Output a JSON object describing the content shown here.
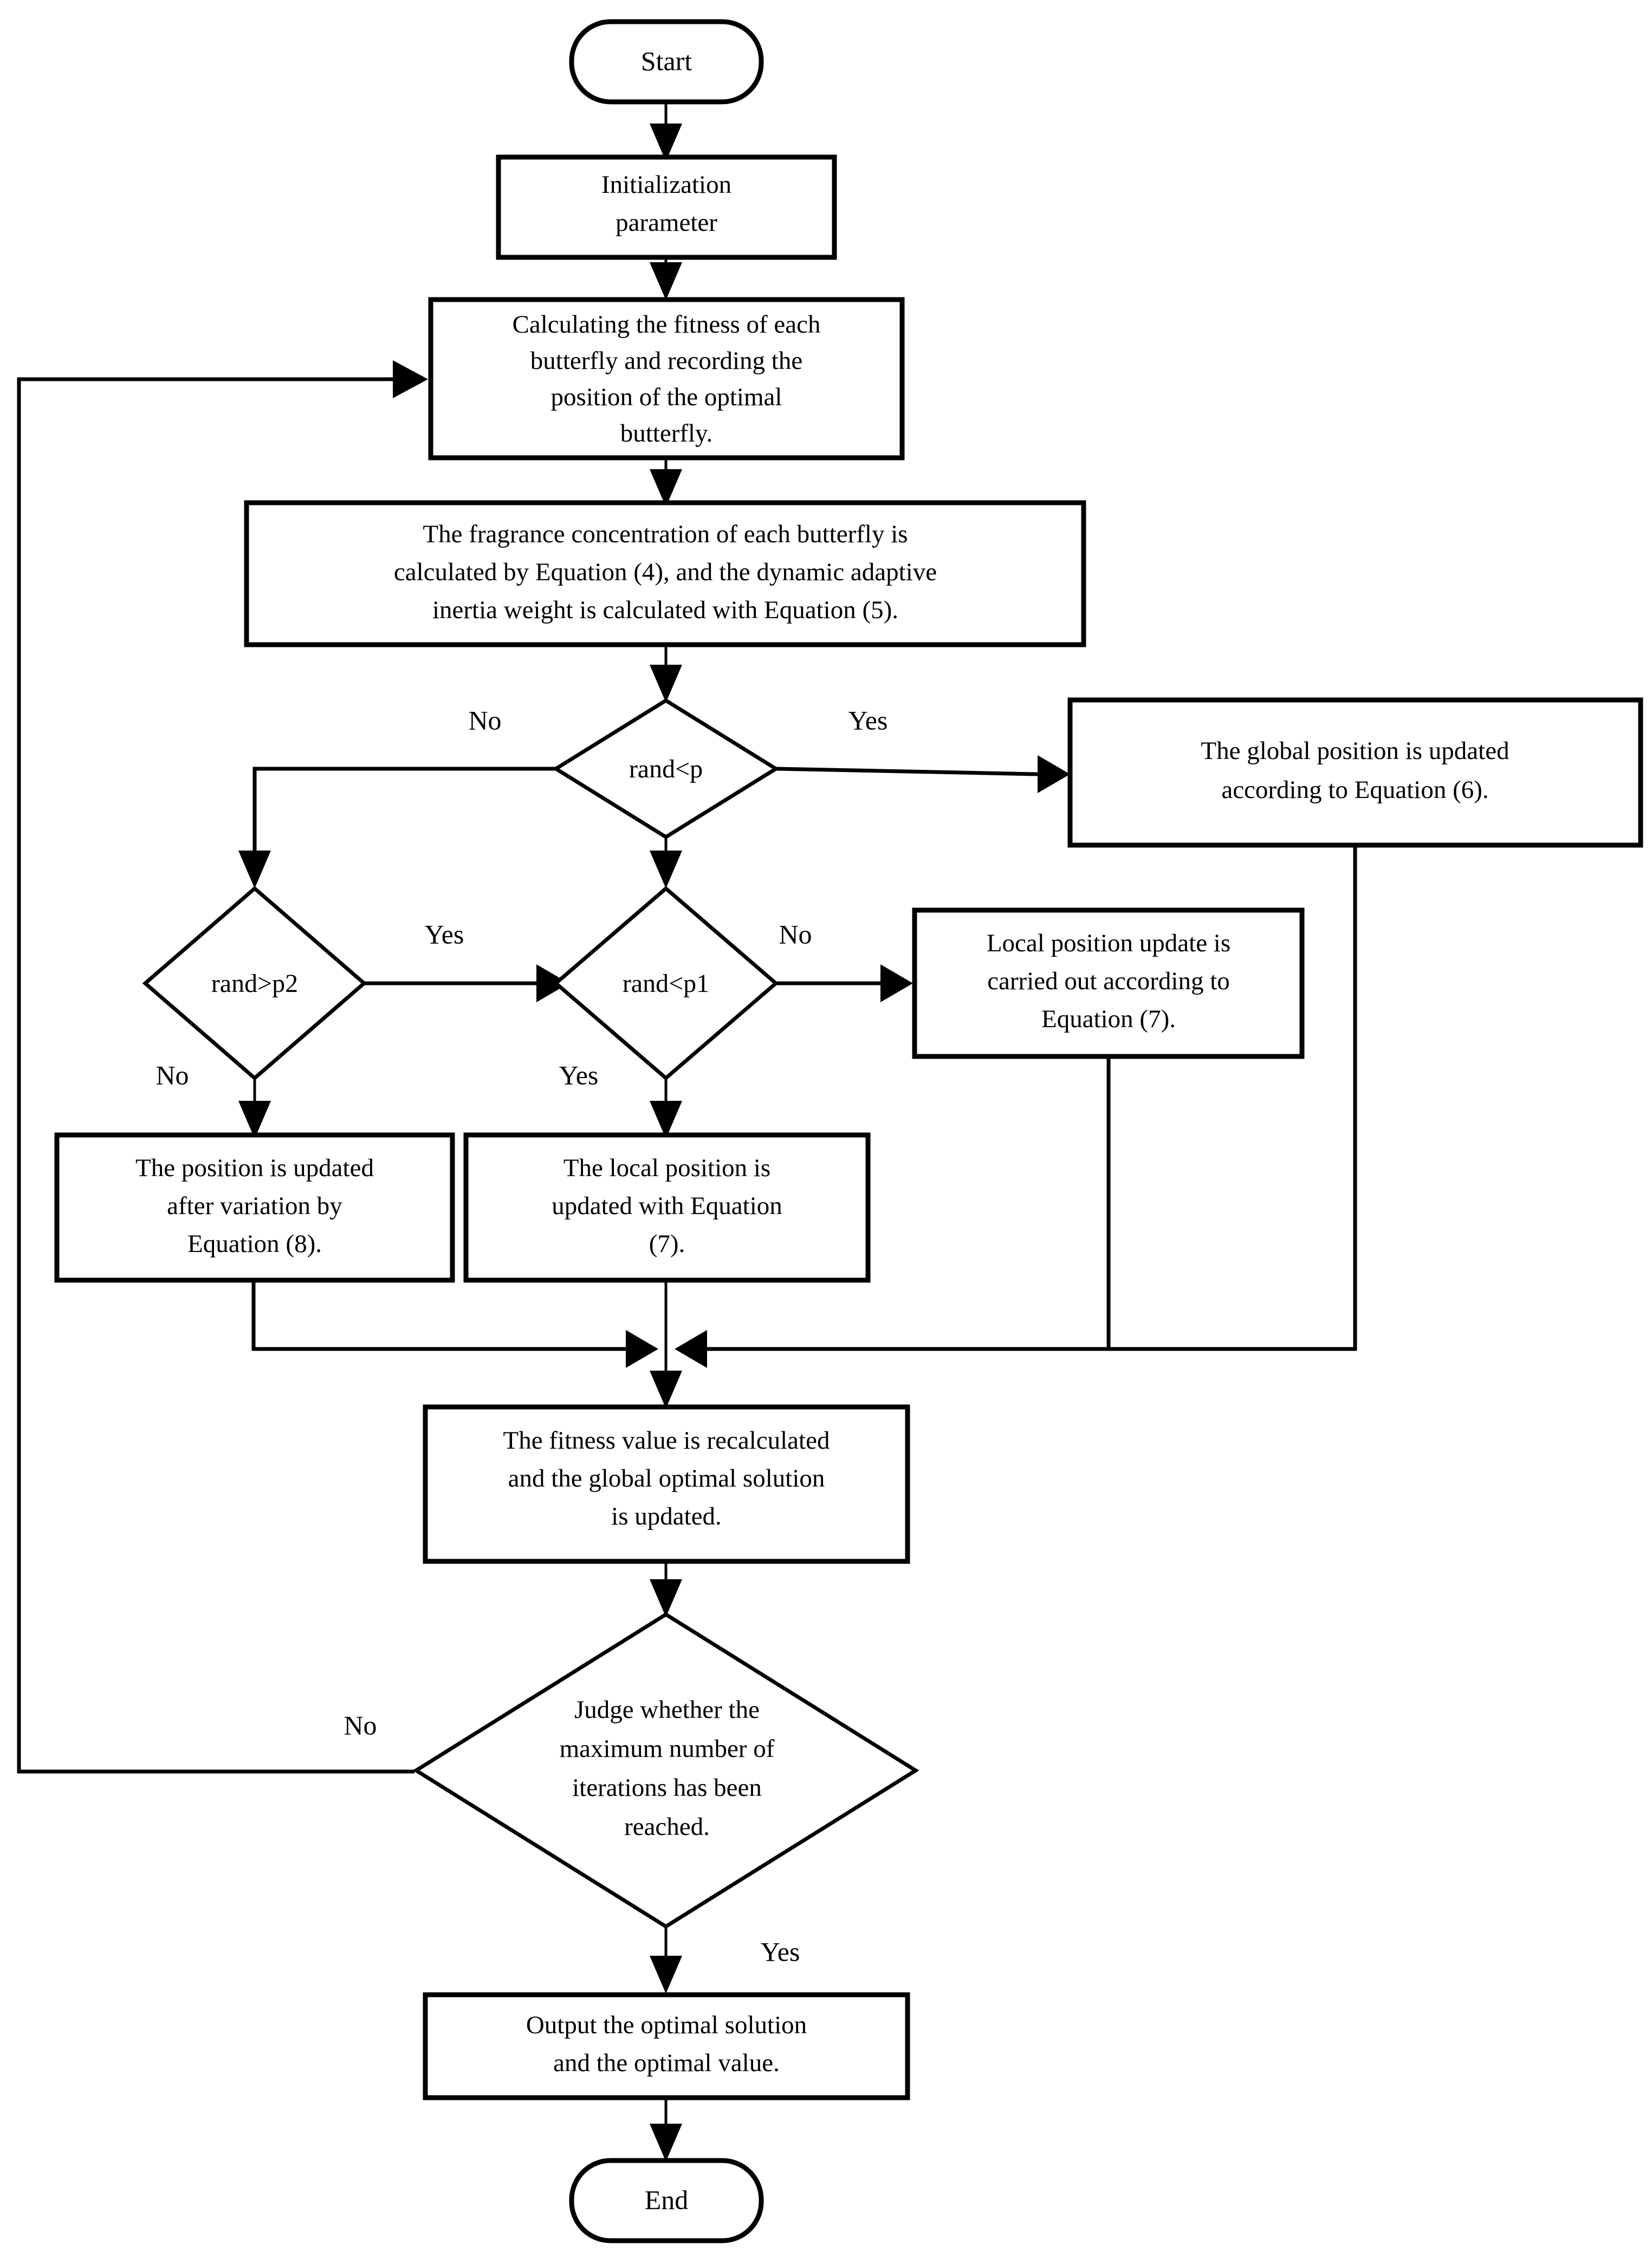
{
  "diagram": {
    "title": "Improved Butterfly Optimization Algorithm Flowchart",
    "type": "flowchart",
    "stroke_color": "#000000",
    "fill_color": "#ffffff",
    "background": "#ffffff"
  },
  "nodes": {
    "start": {
      "label": "Start",
      "shape": "terminator"
    },
    "init": {
      "line1": "Initialization",
      "line2": "parameter",
      "shape": "process"
    },
    "calc_fitness": {
      "line1": "Calculating the fitness of each",
      "line2": "butterfly  and recording the",
      "line3": "position of the optimal",
      "line4": "butterfly.",
      "shape": "process"
    },
    "fragrance": {
      "line1": "The fragrance concentration of each butterfly is",
      "line2": "calculated by Equation (4), and the dynamic adaptive",
      "line3": "inertia weight is calculated with Equation (5).",
      "shape": "process"
    },
    "rand_lt_p": {
      "label": "rand<p",
      "shape": "decision"
    },
    "global_update": {
      "line1": "The global position is updated",
      "line2": "according to Equation (6).",
      "shape": "process"
    },
    "rand_gt_p2": {
      "label": "rand>p2",
      "shape": "decision"
    },
    "rand_lt_p1": {
      "label": "rand<p1",
      "shape": "decision"
    },
    "local_update_right": {
      "line1": "Local position update is",
      "line2": "carried out according to",
      "line3": "Equation (7).",
      "shape": "process"
    },
    "variation_update": {
      "line1": "The position is updated",
      "line2": "after variation by",
      "line3": "Equation (8).",
      "shape": "process"
    },
    "local_update_center": {
      "line1": "The local position is",
      "line2": "updated with Equation",
      "line3": "(7).",
      "shape": "process"
    },
    "recalc_fitness": {
      "line1": "The fitness value is recalculated",
      "line2": "and the global optimal solution",
      "line3": "is updated.",
      "shape": "process"
    },
    "judge_iterations": {
      "line1": "Judge whether the",
      "line2": "maximum number of",
      "line3": "iterations has been",
      "line4": "reached.",
      "shape": "decision"
    },
    "output": {
      "line1": "Output the optimal solution",
      "line2": "and the optimal value.",
      "shape": "process"
    },
    "end": {
      "label": "End",
      "shape": "terminator"
    }
  },
  "edge_labels": {
    "p_no": "No",
    "p_yes": "Yes",
    "p2_yes": "Yes",
    "p2_no": "No",
    "p1_no": "No",
    "p1_yes": "Yes",
    "judge_no": "No",
    "judge_yes": "Yes"
  }
}
